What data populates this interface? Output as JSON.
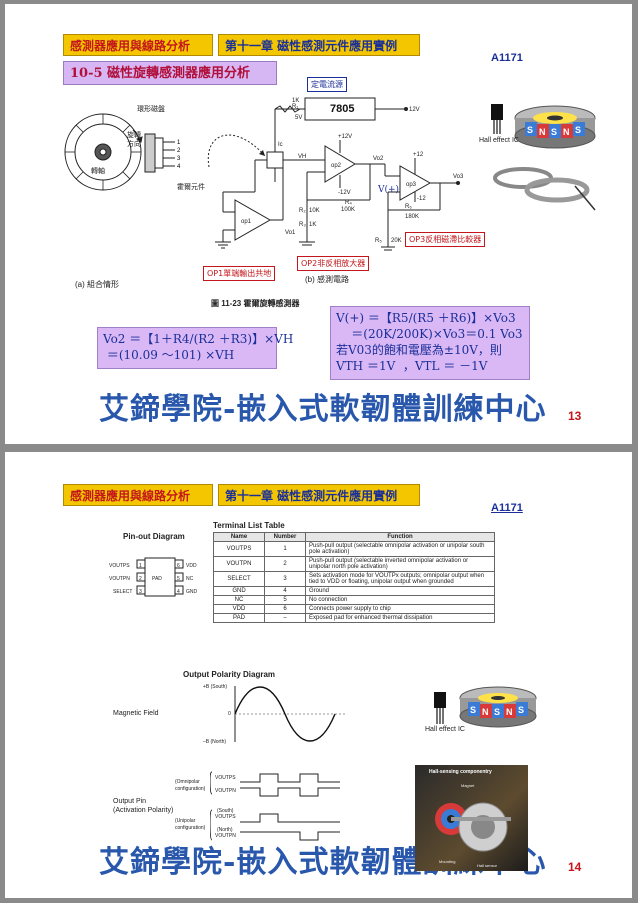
{
  "slide1": {
    "header_left": "感測器應用與線路分析",
    "header_chapter": "第十一章 磁性感測元件應用實例",
    "course_code": "A1171",
    "section_title": "10-5 磁性旋轉感測器應用分析",
    "circuit": {
      "regulator": "7805",
      "const_source": "定電流源",
      "r1k": "1K",
      "r1": "R₁",
      "v5": "5V",
      "v12": "12V",
      "ic": "Ic",
      "vh": "VH",
      "plus12": "+12V",
      "minus12": "-12V",
      "op1": "op1",
      "op2": "op2",
      "op3": "op3",
      "vo1": "Vo1",
      "vo2": "Vo2",
      "vo3": "Vo3",
      "r4": "R₄",
      "r4val": "100K",
      "r2": "R₂",
      "r2val": "10K",
      "r3": "R₃",
      "r3val": "1K",
      "r5": "R₅",
      "r5val": "20K",
      "r6": "R₆",
      "r6val": "180K",
      "plus12b": "+12",
      "minus12b": "-12",
      "vplus": "V(+)",
      "annulus": "環形磁盤",
      "rotate": "旋轉",
      "direction": "方向",
      "shaft": "轉軸",
      "hall_elem": "霍爾元件",
      "pins": [
        "1",
        "2",
        "3",
        "4"
      ],
      "label_a": "(a) 組合情形",
      "label_b": "(b) 感測電路",
      "fig_caption": "圖 11-23 霍爾旋轉感測器",
      "tag_op1": "OP1單端輸出共地",
      "tag_op2": "OP2非反相放大器",
      "tag_op3": "OP3反相磁滯比較器"
    },
    "hall_ic_label": "Hall effect IC",
    "eq_left": "Vo2 ＝【1＋R4/(R2 ＋R3)】×VH\n ＝(10.09 ～101) ×VH",
    "eq_right": "V(+) ＝【R5/(R5 ＋R6)】×Vo3\n    ＝(20K/200K)×Vo3＝0.1 Vo3\n若V03的飽和電壓為±10V，則\nVTH ＝1V  ，VTL ＝ －1V",
    "watermark": "艾鍗學院-嵌入式軟韌體訓練中心",
    "page_number": "13"
  },
  "slide2": {
    "header_left": "感測器應用與線路分析",
    "header_chapter": "第十一章 磁性感測元件應用實例",
    "course_code": "A1171",
    "pinout_title": "Pin-out Diagram",
    "pinout": {
      "left_pins": [
        {
          "name": "VOUTPS",
          "num": "1"
        },
        {
          "name": "VOUTPN",
          "num": "2"
        },
        {
          "name": "SELECT",
          "num": "3"
        }
      ],
      "right_pins": [
        {
          "name": "VDD",
          "num": "6"
        },
        {
          "name": "NC",
          "num": "5"
        },
        {
          "name": "GND",
          "num": "4"
        }
      ],
      "pad": "PAD"
    },
    "table_title": "Terminal List Table",
    "table_headers": [
      "Name",
      "Number",
      "Function"
    ],
    "table_rows": [
      [
        "VOUTPS",
        "1",
        "Push-pull output (selectable omnipolar activation or unipolar south pole activation)"
      ],
      [
        "VOUTPN",
        "2",
        "Push-pull output (selectable inverted omnipolar activation or unipolar north pole activation)"
      ],
      [
        "SELECT",
        "3",
        "Sets activation mode for VOUTPx outputs; omnipolar output when tied to VDD or floating, unipolar output when grounded"
      ],
      [
        "GND",
        "4",
        "Ground"
      ],
      [
        "NC",
        "5",
        "No connection"
      ],
      [
        "VDD",
        "6",
        "Connects power supply to chip"
      ],
      [
        "PAD",
        "–",
        "Exposed pad for enhanced thermal dissipation"
      ]
    ],
    "polarity_title": "Output Polarity Diagram",
    "axis_top": "+B (South)",
    "axis_zero": "0",
    "axis_bottom": "–B (North)",
    "magnetic_field": "Magnetic Field",
    "output_pin": "Output Pin",
    "activation_polarity": "(Activation Polarity)",
    "omnipolar": "(Omnipolar",
    "omnipolar2": "configuration)",
    "unipolar": "(Unipolar",
    "unipolar2": "configuration)",
    "voutps": "VOUTPS",
    "voutpn": "VOUTPN",
    "south": "(South)",
    "north": "(North)",
    "hall_ic_label": "Hall effect IC",
    "photo_title": "Hall-sensing componentry",
    "photo_magnet": "Magnet",
    "photo_mounting": "Mounting",
    "photo_sensor": "Hall sensor",
    "watermark": "艾鍗學院-嵌入式軟韌體訓練中心",
    "page_number": "14"
  },
  "colors": {
    "header_bg": "#f3c600",
    "header_red_text": "#c4161c",
    "header_blue_text": "#1b2f9a",
    "section_bg": "#d7b6f4",
    "watermark": "#1d4fa8",
    "magnet_blue": "#3a7bd5",
    "magnet_red": "#d83a3a"
  }
}
